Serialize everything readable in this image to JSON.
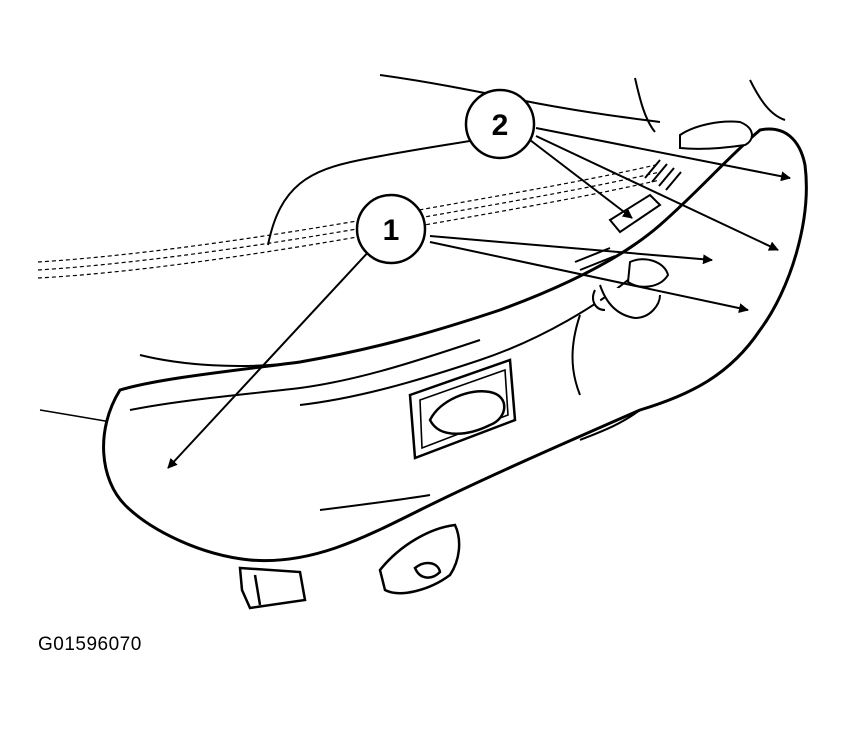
{
  "diagram": {
    "figure_id": "G01596070",
    "line_color": "#000000",
    "background": "#ffffff",
    "callouts": [
      {
        "label": "1"
      },
      {
        "label": "2"
      }
    ]
  }
}
